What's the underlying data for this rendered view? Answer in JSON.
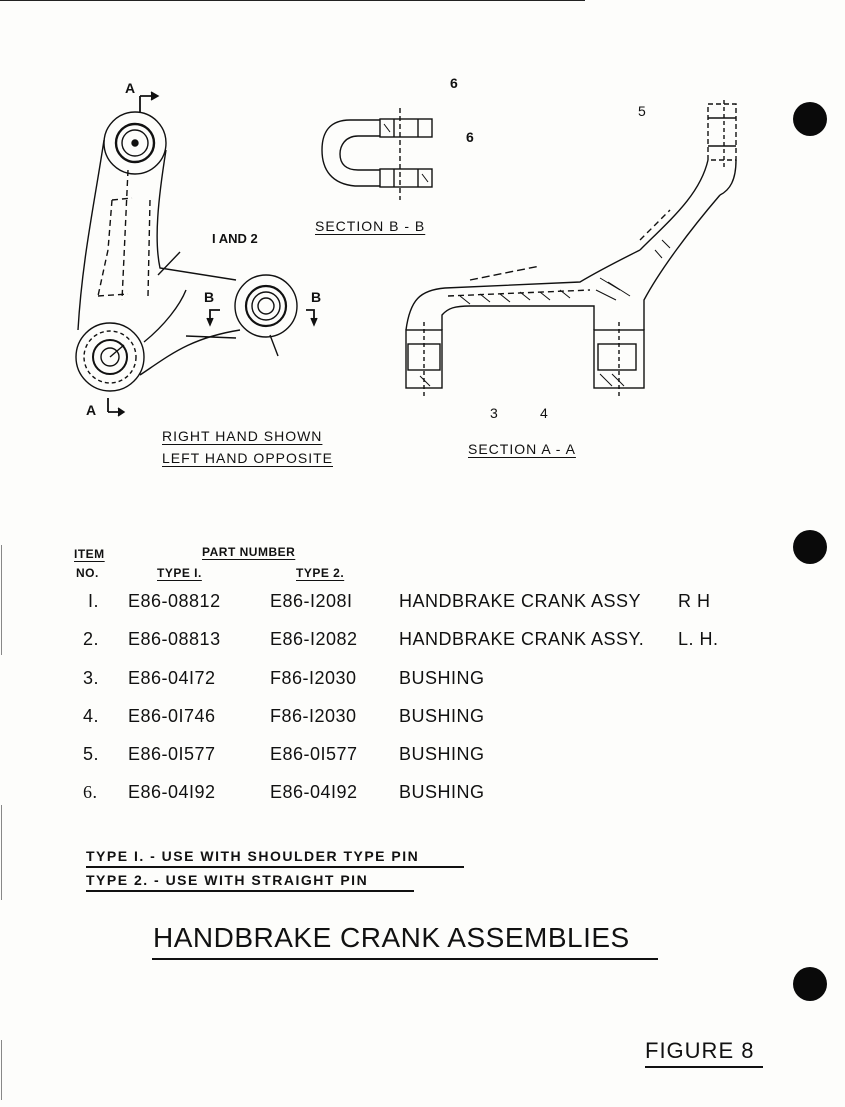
{
  "drawing_labels": {
    "callout_6_top": "6",
    "callout_6_side": "6",
    "callout_5": "5",
    "callout_1_and_2": "I AND 2",
    "section_a_top": "A",
    "section_a_bottom": "A",
    "section_b_left": "B",
    "section_b_right": "B",
    "callout_3": "3",
    "callout_4": "4"
  },
  "captions": {
    "section_bb": "SECTION  B - B",
    "hand_line1": "RIGHT HAND SHOWN",
    "hand_line2": "LEFT HAND OPPOSITE",
    "section_aa": "SECTION  A - A"
  },
  "table": {
    "header_item": "ITEM",
    "header_no": "NO.",
    "header_part_number": "PART  NUMBER",
    "header_type1": "TYPE  I.",
    "header_type2": "TYPE  2.",
    "rows": [
      {
        "item": "I.",
        "type1": "E86-08812",
        "type2": "E86-I208I",
        "description": "HANDBRAKE  CRANK  ASSY",
        "side": "R H"
      },
      {
        "item": "2.",
        "type1": "E86-08813",
        "type2": "E86-I2082",
        "description": "HANDBRAKE  CRANK  ASSY.",
        "side": "L. H."
      },
      {
        "item": "3.",
        "type1": "E86-04I72",
        "type2": "F86-I2030",
        "description": "BUSHING",
        "side": ""
      },
      {
        "item": "4.",
        "type1": "E86-0I746",
        "type2": "F86-I2030",
        "description": "BUSHING",
        "side": ""
      },
      {
        "item": "5.",
        "type1": "E86-0I577",
        "type2": "E86-0I577",
        "description": "BUSHING",
        "side": ""
      },
      {
        "item": "6.",
        "type1": "E86-04I92",
        "type2": "E86-04I92",
        "description": "BUSHING",
        "side": ""
      }
    ]
  },
  "notes": {
    "type1": "TYPE  I. - USE  WITH  SHOULDER  TYPE  PIN",
    "type2": "TYPE 2. - USE  WITH  STRAIGHT  PIN"
  },
  "title": "HANDBRAKE   CRANK   ASSEMBLIES",
  "figure": "FIGURE  8"
}
